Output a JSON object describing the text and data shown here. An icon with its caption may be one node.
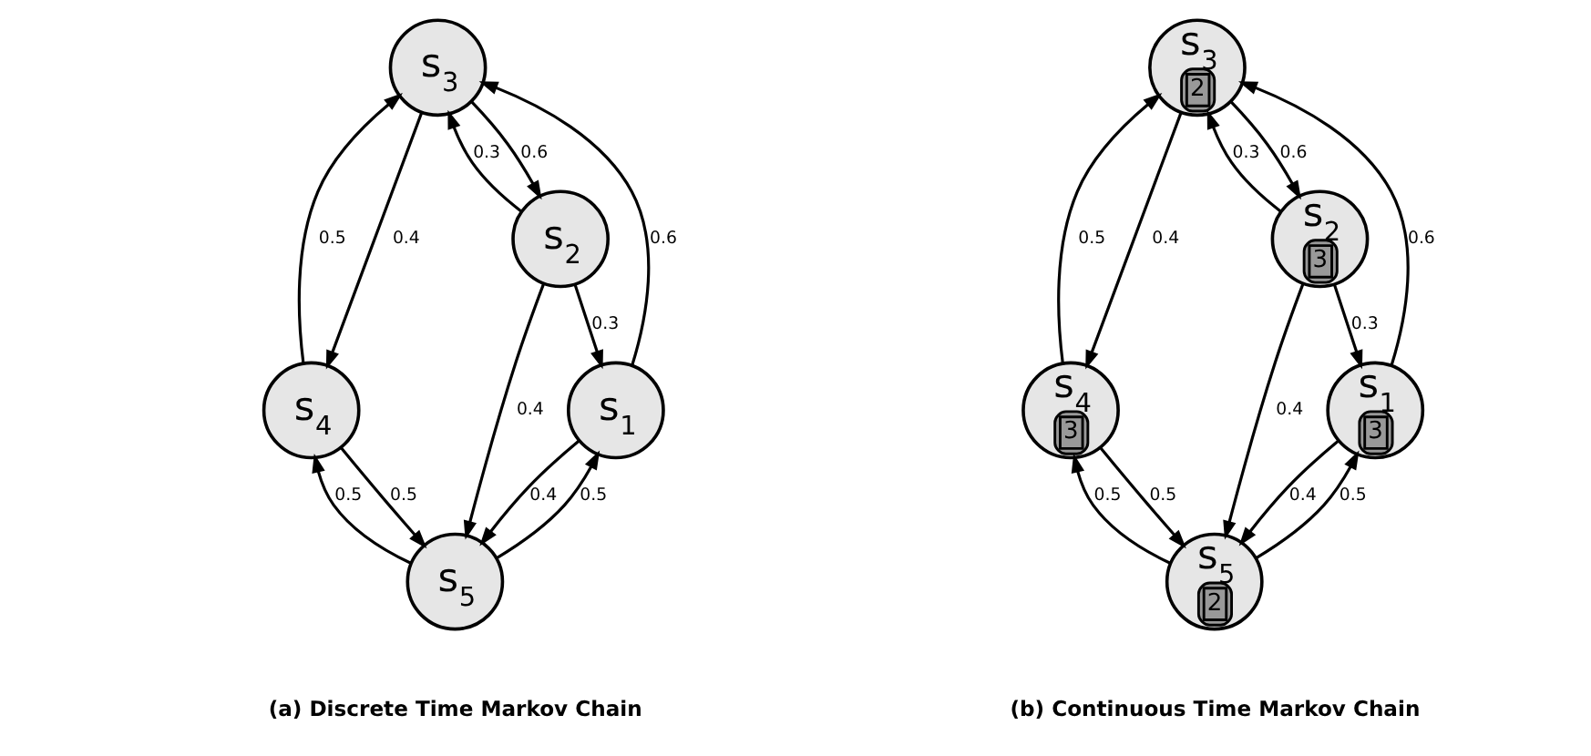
{
  "diagram": {
    "nodes": [
      {
        "text": [
          "s$_{3}$"
        ]
      },
      {
        "text": [
          "s$_{2}$"
        ]
      },
      {
        "text": [
          "s$_{4}$"
        ]
      },
      {
        "text": [
          "s$_{1}$"
        ]
      },
      {
        "text": [
          "s$_{5}$"
        ]
      },
      {
        "text": [
          "s$_{3}$",
          "2"
        ]
      },
      {
        "text": [
          "s$_{2}$",
          "3"
        ]
      },
      {
        "text": [
          "s$_{4}$",
          "3"
        ]
      },
      {
        "text": [
          "s$_{1}$",
          "3"
        ]
      },
      {
        "text": [
          "s$_{5}$",
          "2"
        ]
      }
    ],
    "edges": [
      {
        "from": 1,
        "to": 0,
        "arrow": "to",
        "label": "0.3"
      },
      {
        "from": 0,
        "to": 1,
        "arrow": "to",
        "label": "0.6"
      },
      {
        "from": 0,
        "to": 2,
        "arrow": "to",
        "label": "0.4"
      },
      {
        "from": 2,
        "to": 0,
        "arrow": "to",
        "label": "0.5"
      },
      {
        "from": 1,
        "to": 3,
        "arrow": "to",
        "label": "0.3"
      },
      {
        "from": 3,
        "to": 0,
        "arrow": "to",
        "label": "0.6"
      },
      {
        "from": 1,
        "to": 4,
        "arrow": "to",
        "label": "0.4"
      },
      {
        "from": 2,
        "to": 4,
        "arrow": "to",
        "label": "0.5"
      },
      {
        "from": 4,
        "to": 2,
        "arrow": "to",
        "label": "0.5"
      },
      {
        "from": 3,
        "to": 4,
        "arrow": "to",
        "label": "0.4"
      },
      {
        "from": 4,
        "to": 3,
        "arrow": "to",
        "label": "0.5"
      },
      {
        "from": 6,
        "to": 5,
        "arrow": "to",
        "label": "0.3"
      },
      {
        "from": 5,
        "to": 6,
        "arrow": "to",
        "label": "0.6"
      },
      {
        "from": 5,
        "to": 7,
        "arrow": "to",
        "label": "0.4"
      },
      {
        "from": 7,
        "to": 5,
        "arrow": "to",
        "label": "0.5"
      },
      {
        "from": 6,
        "to": 8,
        "arrow": "to",
        "label": "0.3"
      },
      {
        "from": 8,
        "to": 5,
        "arrow": "to",
        "label": "0.6"
      },
      {
        "from": 6,
        "to": 9,
        "arrow": "to",
        "label": "0.4"
      },
      {
        "from": 7,
        "to": 9,
        "arrow": "to",
        "label": "0.5"
      },
      {
        "from": 9,
        "to": 7,
        "arrow": "to",
        "label": "0.5"
      },
      {
        "from": 8,
        "to": 9,
        "arrow": "to",
        "label": "0.4"
      },
      {
        "from": 9,
        "to": 8,
        "arrow": "to",
        "label": "0.5"
      }
    ],
    "labels": [
      "(a) Discrete Time Markov Chain",
      "(b) Continuous Time Markov Chain"
    ]
  }
}
